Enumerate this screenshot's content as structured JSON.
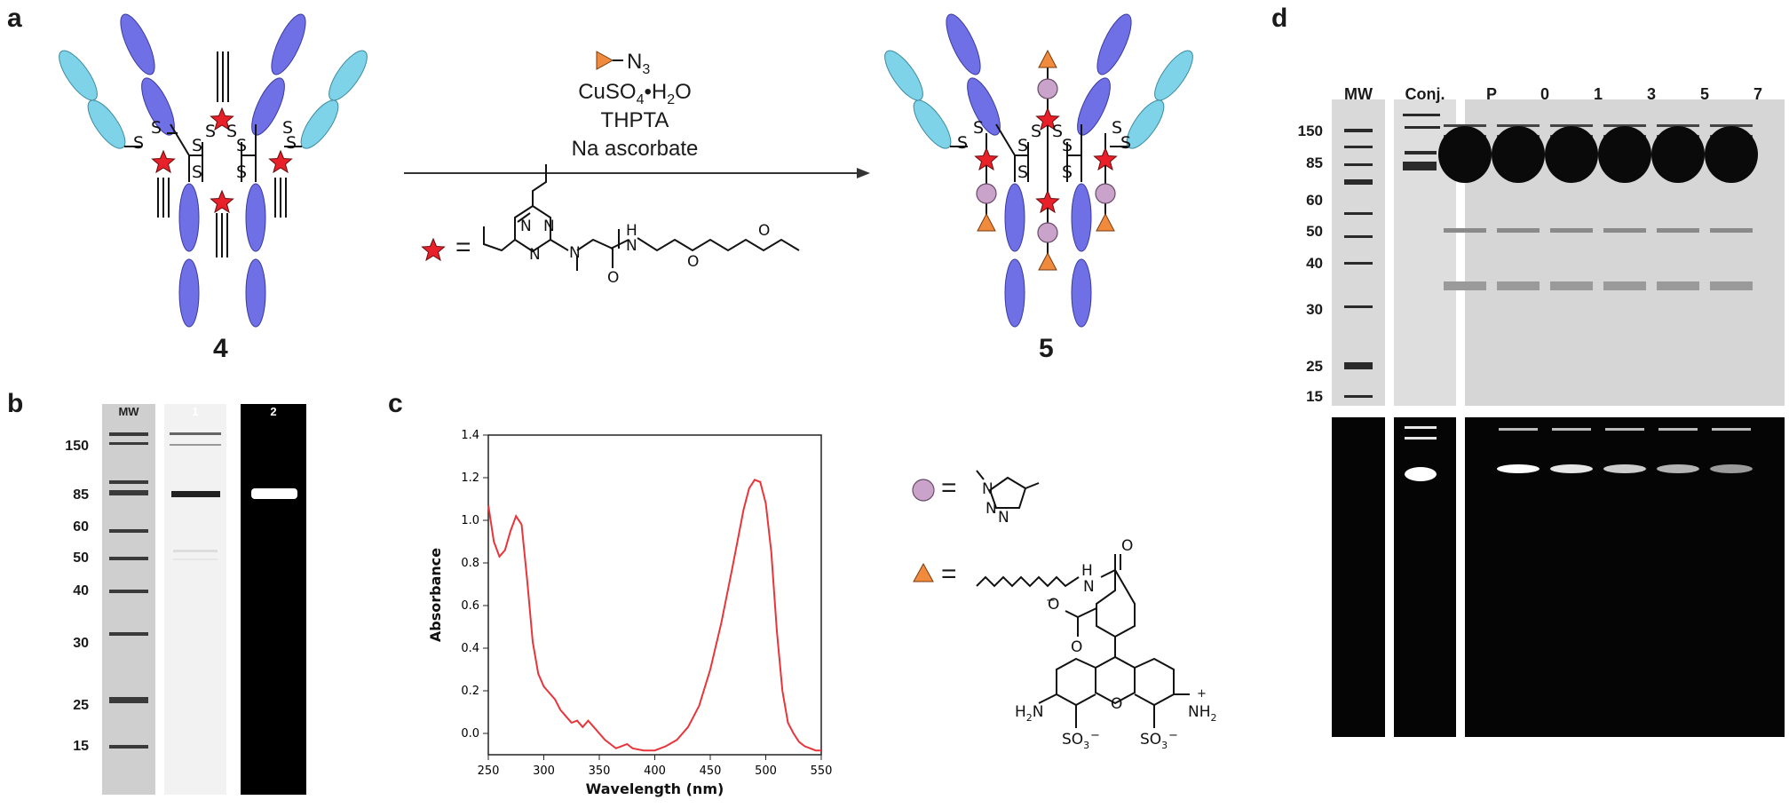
{
  "panels": {
    "a": "a",
    "b": "b",
    "c": "c",
    "d": "d"
  },
  "scheme": {
    "reagent_azide": "N",
    "reagent_azide_sub": "3",
    "reagent_cu": "CuSO",
    "reagent_cu_sub": "4",
    "reagent_cu_tail": "•H",
    "reagent_cu_sub2": "2",
    "reagent_cu_end": "O",
    "reagent_ligand": "THPTA",
    "reagent_reductant": "Na ascorbate",
    "compound_start": "4",
    "compound_product": "5",
    "eq_sign": "=",
    "S": "S",
    "N": "N",
    "O": "O",
    "H": "H",
    "star_color": "#e8202a",
    "light_chain_color": "#7fd3e8",
    "heavy_chain_color": "#6f6fe6",
    "triazole_color": "#c9a3c9",
    "fluor_color": "#f08a3c"
  },
  "structures": {
    "triazole_N": "N",
    "amine_left": "H",
    "amine_left_2": "N",
    "amine_right": "NH",
    "amine_right_sub": "2",
    "sulfonate": "SO",
    "sulfonate_sub": "3",
    "charge_minus": "−",
    "charge_plus": "+",
    "carboxylate": "O",
    "ring_O": "O"
  },
  "gel_b": {
    "lanes": [
      "MW",
      "1",
      "2"
    ],
    "mw_markers": [
      "150",
      "85",
      "60",
      "50",
      "40",
      "30",
      "25",
      "15"
    ]
  },
  "gel_d": {
    "lanes": [
      "MW",
      "Conj.",
      "P",
      "0",
      "1",
      "3",
      "5",
      "7"
    ],
    "mw_markers": [
      "150",
      "85",
      "60",
      "50",
      "40",
      "30",
      "25",
      "15"
    ]
  },
  "chart_data": {
    "type": "line",
    "title": "",
    "xlabel": "Wavelength (nm)",
    "ylabel": "Absorbance",
    "xlim": [
      250,
      550
    ],
    "ylim": [
      -0.1,
      1.4
    ],
    "xticks": [
      250,
      300,
      350,
      400,
      450,
      500,
      550
    ],
    "yticks": [
      0.0,
      0.2,
      0.4,
      0.6,
      0.8,
      1.0,
      1.2,
      1.4
    ],
    "ytick_labels": [
      "0.0",
      "0.2",
      "0.4",
      "0.6",
      "0.8",
      "1.0",
      "1.2",
      "1.4"
    ],
    "grid": false,
    "series": [
      {
        "color": "#e8343a",
        "x": [
          250,
          255,
          260,
          265,
          270,
          275,
          280,
          285,
          290,
          295,
          300,
          305,
          310,
          315,
          320,
          325,
          330,
          335,
          340,
          345,
          350,
          355,
          360,
          365,
          370,
          375,
          380,
          390,
          400,
          410,
          420,
          430,
          440,
          450,
          460,
          470,
          480,
          485,
          490,
          495,
          500,
          505,
          510,
          515,
          520,
          525,
          530,
          535,
          540,
          545,
          550
        ],
        "y": [
          1.07,
          0.9,
          0.83,
          0.86,
          0.95,
          1.02,
          0.98,
          0.72,
          0.43,
          0.28,
          0.22,
          0.19,
          0.16,
          0.11,
          0.08,
          0.05,
          0.06,
          0.03,
          0.06,
          0.03,
          0.0,
          -0.03,
          -0.05,
          -0.07,
          -0.06,
          -0.05,
          -0.07,
          -0.08,
          -0.08,
          -0.06,
          -0.03,
          0.03,
          0.13,
          0.3,
          0.52,
          0.78,
          1.05,
          1.15,
          1.19,
          1.18,
          1.08,
          0.85,
          0.48,
          0.2,
          0.05,
          0.0,
          -0.04,
          -0.06,
          -0.07,
          -0.08,
          -0.08
        ]
      }
    ]
  }
}
